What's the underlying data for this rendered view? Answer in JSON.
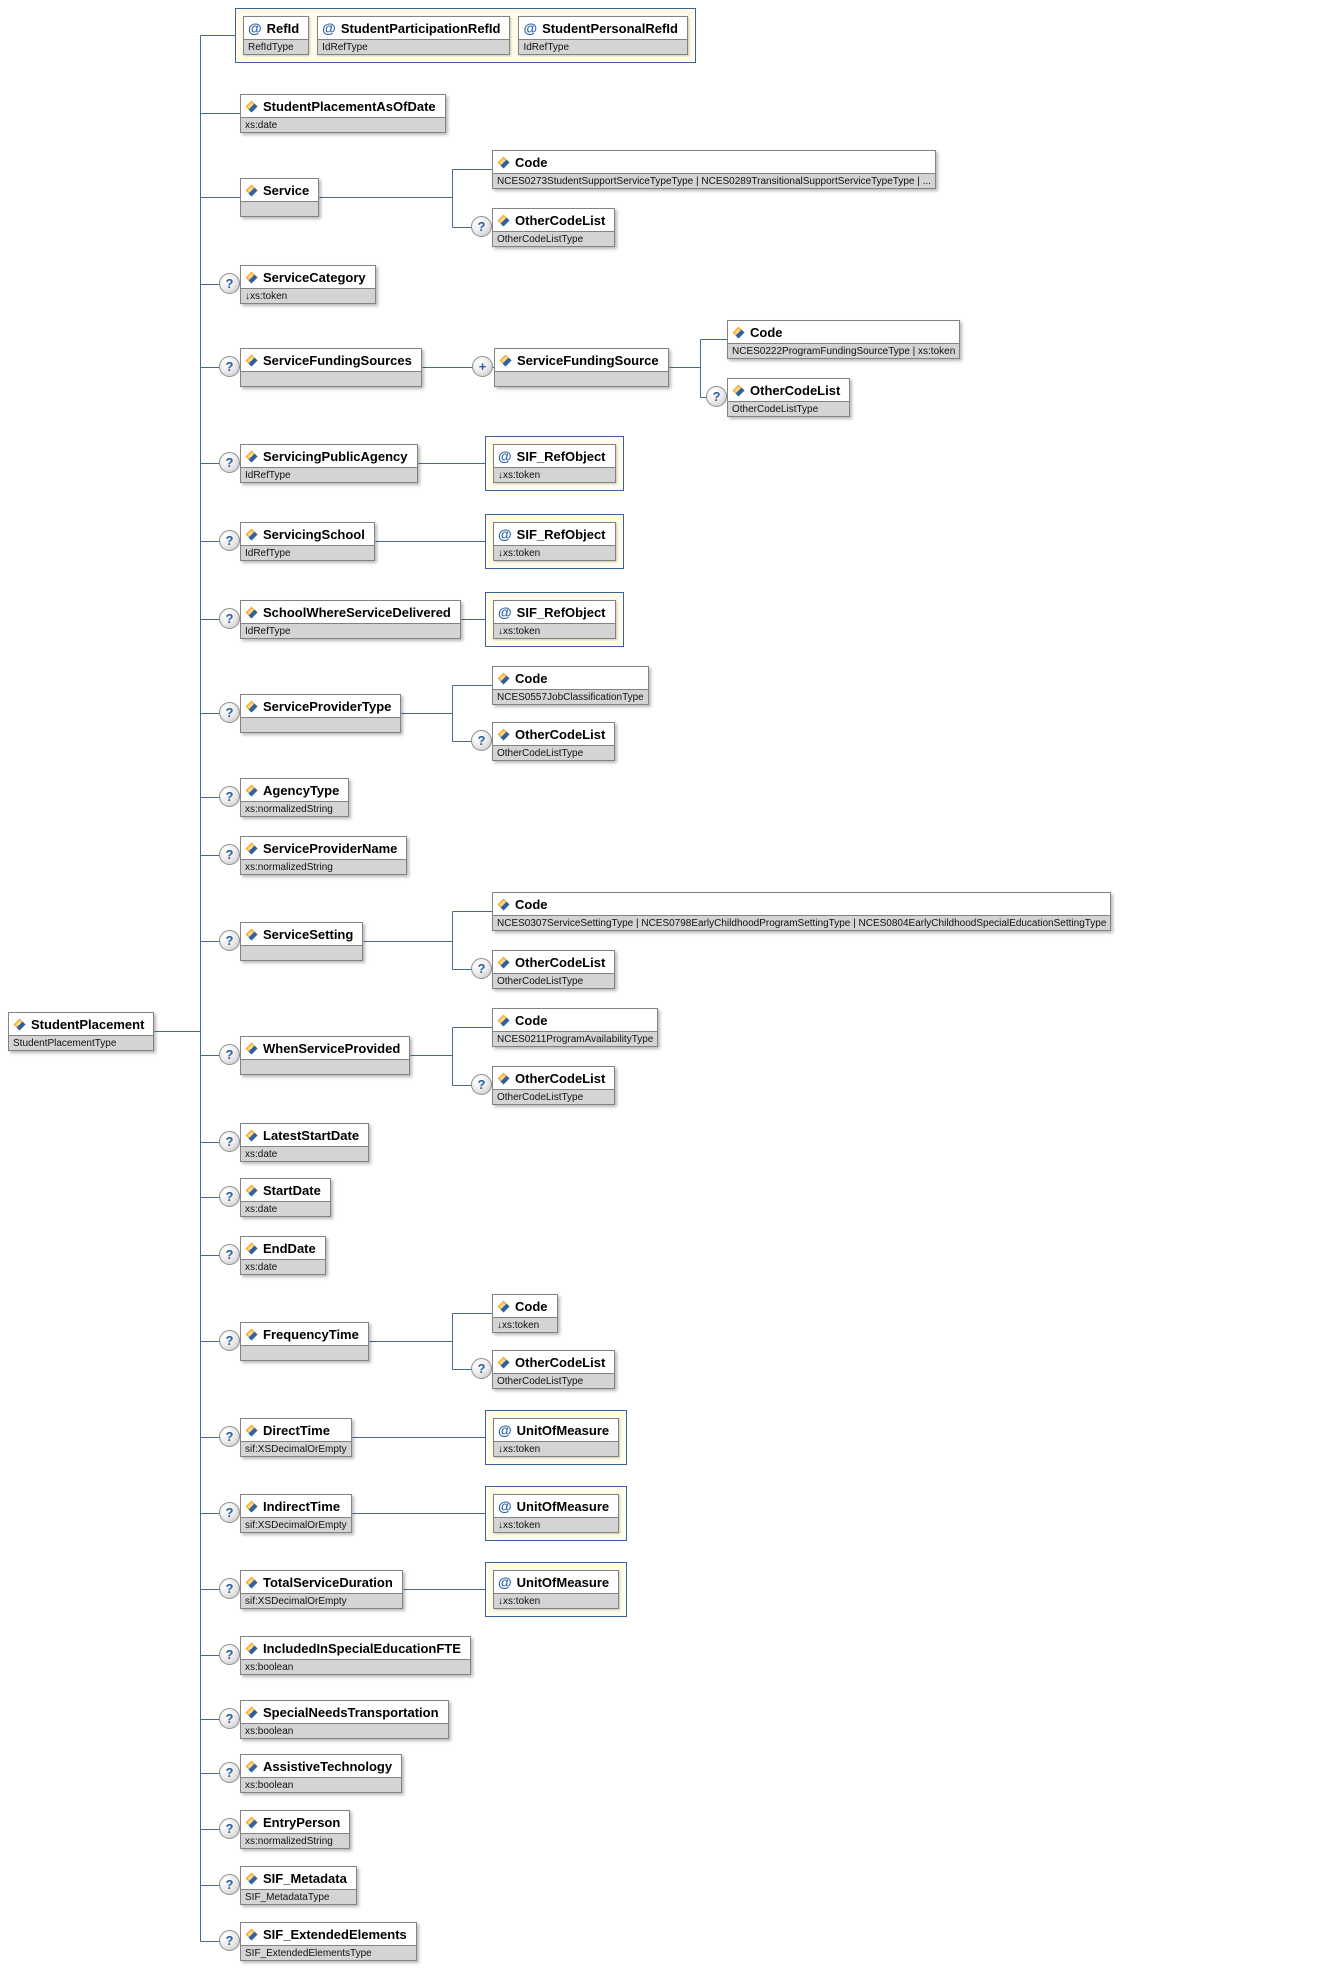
{
  "icons": {
    "optional_symbol": "?",
    "repeat_symbol": "+",
    "attribute_symbol": "@",
    "element_icon": "two-tone-diamond"
  },
  "colors": {
    "line_color": "#46689B",
    "box_border": "#828282",
    "box_header_bg": "#FFFFFF",
    "type_row_bg": "#D4D4D4",
    "attr_group_bg": "#FFFDE9",
    "attr_group_border": "#39659C",
    "icon_yellow": "#F4AE3D",
    "icon_blue": "#2A62A5",
    "badge_color": "#2D5F9E"
  },
  "diagram": {
    "root": {
      "name": "StudentPlacement",
      "type": "StudentPlacementType"
    },
    "attribute_group": {
      "attributes": [
        {
          "name": "RefId",
          "type": "RefIdType"
        },
        {
          "name": "StudentParticipationRefId",
          "type": "IdRefType"
        },
        {
          "name": "StudentPersonalRefId",
          "type": "IdRefType"
        }
      ]
    },
    "elements": [
      {
        "name": "StudentPlacementAsOfDate",
        "type": "xs:date",
        "occurs": "required"
      },
      {
        "name": "Service",
        "type": "",
        "occurs": "required",
        "children": [
          {
            "kind": "element",
            "name": "Code",
            "type": "NCES0273StudentSupportServiceTypeType | NCES0289TransitionalSupportServiceTypeType | ...",
            "occurs": "required"
          },
          {
            "kind": "element",
            "name": "OtherCodeList",
            "type": "OtherCodeListType",
            "occurs": "optional"
          }
        ]
      },
      {
        "name": "ServiceCategory",
        "type": "↓xs:token",
        "occurs": "optional"
      },
      {
        "name": "ServiceFundingSources",
        "type": "",
        "occurs": "optional",
        "children": [
          {
            "kind": "element",
            "name": "ServiceFundingSource",
            "type": "",
            "occurs": "oneOrMore",
            "children": [
              {
                "kind": "element",
                "name": "Code",
                "type": "NCES0222ProgramFundingSourceType | xs:token",
                "occurs": "required"
              },
              {
                "kind": "element",
                "name": "OtherCodeList",
                "type": "OtherCodeListType",
                "occurs": "optional"
              }
            ]
          }
        ]
      },
      {
        "name": "ServicingPublicAgency",
        "type": "IdRefType",
        "occurs": "optional",
        "children": [
          {
            "kind": "attribute",
            "name": "SIF_RefObject",
            "type": "↓xs:token"
          }
        ]
      },
      {
        "name": "ServicingSchool",
        "type": "IdRefType",
        "occurs": "optional",
        "children": [
          {
            "kind": "attribute",
            "name": "SIF_RefObject",
            "type": "↓xs:token"
          }
        ]
      },
      {
        "name": "SchoolWhereServiceDelivered",
        "type": "IdRefType",
        "occurs": "optional",
        "children": [
          {
            "kind": "attribute",
            "name": "SIF_RefObject",
            "type": "↓xs:token"
          }
        ]
      },
      {
        "name": "ServiceProviderType",
        "type": "",
        "occurs": "optional",
        "children": [
          {
            "kind": "element",
            "name": "Code",
            "type": "NCES0557JobClassificationType",
            "occurs": "required"
          },
          {
            "kind": "element",
            "name": "OtherCodeList",
            "type": "OtherCodeListType",
            "occurs": "optional"
          }
        ]
      },
      {
        "name": "AgencyType",
        "type": "xs:normalizedString",
        "occurs": "optional"
      },
      {
        "name": "ServiceProviderName",
        "type": "xs:normalizedString",
        "occurs": "optional"
      },
      {
        "name": "ServiceSetting",
        "type": "",
        "occurs": "optional",
        "children": [
          {
            "kind": "element",
            "name": "Code",
            "type": "NCES0307ServiceSettingType  |  NCES0798EarlyChildhoodProgramSettingType  |  NCES0804EarlyChildhoodSpecialEducationSettingType",
            "occurs": "required"
          },
          {
            "kind": "element",
            "name": "OtherCodeList",
            "type": "OtherCodeListType",
            "occurs": "optional"
          }
        ]
      },
      {
        "name": "WhenServiceProvided",
        "type": "",
        "occurs": "optional",
        "children": [
          {
            "kind": "element",
            "name": "Code",
            "type": "NCES0211ProgramAvailabilityType",
            "occurs": "required"
          },
          {
            "kind": "element",
            "name": "OtherCodeList",
            "type": "OtherCodeListType",
            "occurs": "optional"
          }
        ]
      },
      {
        "name": "LatestStartDate",
        "type": "xs:date",
        "occurs": "optional"
      },
      {
        "name": "StartDate",
        "type": "xs:date",
        "occurs": "optional"
      },
      {
        "name": "EndDate",
        "type": "xs:date",
        "occurs": "optional"
      },
      {
        "name": "FrequencyTime",
        "type": "",
        "occurs": "optional",
        "children": [
          {
            "kind": "element",
            "name": "Code",
            "type": "↓xs:token",
            "occurs": "required"
          },
          {
            "kind": "element",
            "name": "OtherCodeList",
            "type": "OtherCodeListType",
            "occurs": "optional"
          }
        ]
      },
      {
        "name": "DirectTime",
        "type": "sif:XSDecimalOrEmpty",
        "occurs": "optional",
        "children": [
          {
            "kind": "attribute",
            "name": "UnitOfMeasure",
            "type": "↓xs:token"
          }
        ]
      },
      {
        "name": "IndirectTime",
        "type": "sif:XSDecimalOrEmpty",
        "occurs": "optional",
        "children": [
          {
            "kind": "attribute",
            "name": "UnitOfMeasure",
            "type": "↓xs:token"
          }
        ]
      },
      {
        "name": "TotalServiceDuration",
        "type": "sif:XSDecimalOrEmpty",
        "occurs": "optional",
        "children": [
          {
            "kind": "attribute",
            "name": "UnitOfMeasure",
            "type": "↓xs:token"
          }
        ]
      },
      {
        "name": "IncludedInSpecialEducationFTE",
        "type": "xs:boolean",
        "occurs": "optional"
      },
      {
        "name": "SpecialNeedsTransportation",
        "type": "xs:boolean",
        "occurs": "optional"
      },
      {
        "name": "AssistiveTechnology",
        "type": "xs:boolean",
        "occurs": "optional"
      },
      {
        "name": "EntryPerson",
        "type": "xs:normalizedString",
        "occurs": "optional"
      },
      {
        "name": "SIF_Metadata",
        "type": "SIF_MetadataType",
        "occurs": "optional"
      },
      {
        "name": "SIF_ExtendedElements",
        "type": "SIF_ExtendedElementsType",
        "occurs": "optional"
      }
    ]
  }
}
